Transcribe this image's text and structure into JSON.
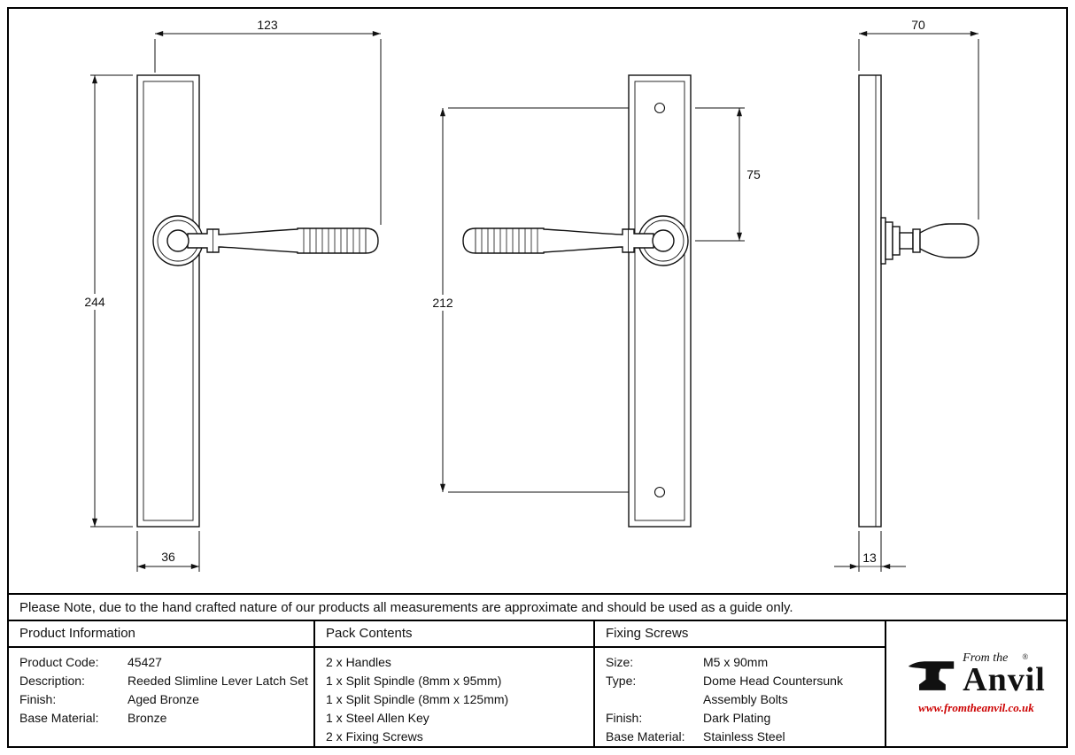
{
  "note": "Please Note, due to the hand crafted nature of our products all measurements are approximate and should be used as a guide only.",
  "drawing": {
    "front_view": {
      "handle_length": "123",
      "plate_height": "244",
      "plate_width": "36"
    },
    "back_view": {
      "screw_centres": "212",
      "screw_to_handle": "75"
    },
    "side_view": {
      "projection": "70",
      "plate_depth": "13"
    }
  },
  "table": {
    "product_info": {
      "header": "Product Information",
      "rows": [
        {
          "label": "Product Code:",
          "value": "45427"
        },
        {
          "label": "Description:",
          "value": "Reeded Slimline Lever Latch Set"
        },
        {
          "label": "Finish:",
          "value": "Aged Bronze"
        },
        {
          "label": "Base Material:",
          "value": "Bronze"
        }
      ]
    },
    "pack_contents": {
      "header": "Pack Contents",
      "items": [
        "2 x Handles",
        "1 x Split Spindle (8mm x 95mm)",
        "1 x Split Spindle (8mm x 125mm)",
        "1 x Steel Allen Key",
        "2 x Fixing Screws"
      ]
    },
    "fixing_screws": {
      "header": "Fixing Screws",
      "rows": [
        {
          "label": "Size:",
          "value": "M5 x 90mm"
        },
        {
          "label": "Type:",
          "value": "Dome Head Countersunk"
        },
        {
          "label": "",
          "value": "Assembly Bolts"
        },
        {
          "label": "Finish:",
          "value": "Dark Plating"
        },
        {
          "label": "Base Material:",
          "value": "Stainless Steel"
        }
      ]
    }
  },
  "logo": {
    "tagline": "From the",
    "name": "Anvil",
    "registered": "®",
    "url": "www.fromtheanvil.co.uk",
    "url_color": "#cc0000"
  }
}
